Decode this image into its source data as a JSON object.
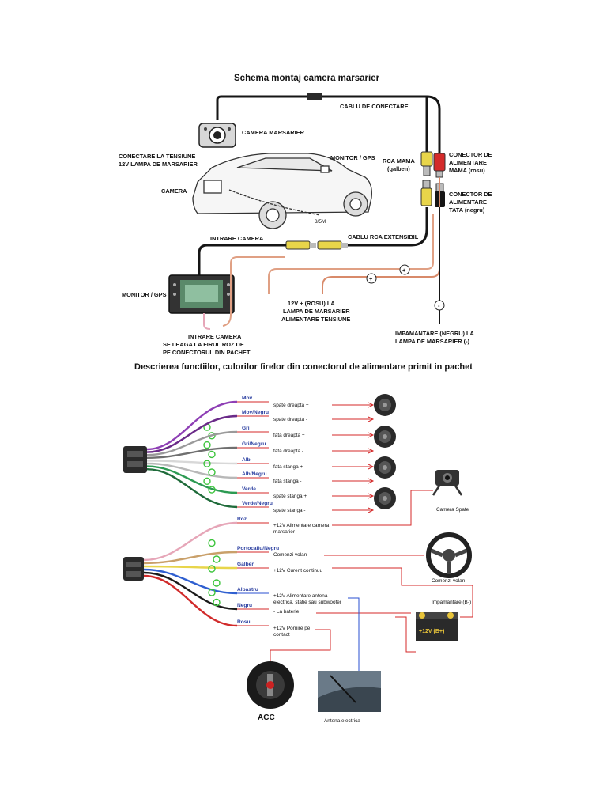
{
  "titles": {
    "top": "Schema montaj camera marsarier",
    "bottom": "Descrierea functiilor, culorilor firelor din conectorul de alimentare primit in pachet"
  },
  "top_diagram": {
    "camera_marsarier": "CAMERA MARSARIER",
    "cablu_conectare": "CABLU DE CONECTARE",
    "conectare_tensiune_1": "CONECTARE LA TENSIUNE",
    "conectare_tensiune_2": "12V LAMPA DE MARSARIER",
    "camera": "CAMERA",
    "monitor_gps_car": "MONITOR / GPS",
    "length": "3/5M",
    "rca_mama_1": "RCA MAMA",
    "rca_mama_2": "(galben)",
    "conector_mama_1": "CONECTOR DE",
    "conector_mama_2": "ALIMENTARE",
    "conector_mama_3": "MAMA (rosu)",
    "conector_tata_1": "CONECTOR DE",
    "conector_tata_2": "ALIMENTARE",
    "conector_tata_3": "TATA (negru)",
    "cablu_rca": "CABLU RCA EXTENSIBIL",
    "intrare_camera": "INTRARE CAMERA",
    "monitor_gps": "MONITOR / GPS",
    "plus1": "+",
    "plus2": "+",
    "minus": "-",
    "rosu_1": "12V + (ROSU) LA",
    "rosu_2": "LAMPA DE MARSARIER",
    "rosu_3": "ALIMENTARE TENSIUNE",
    "intrare_cam_1": "INTRARE CAMERA",
    "intrare_cam_2": "SE LEAGA LA FIRUL ROZ DE",
    "intrare_cam_3": "PE CONECTORUL DIN PACHET",
    "impamantare_1": "IMPAMANTARE (NEGRU) LA",
    "impamantare_2": "LAMPA DE MARSARIER (-)"
  },
  "speaker_wires": [
    {
      "color_name": "Mov",
      "function": "spate dreapta +",
      "hex": "#8e3fb5"
    },
    {
      "color_name": "Mov/Negru",
      "function": "spate dreapta -",
      "hex": "#6a2a88"
    },
    {
      "color_name": "Gri",
      "function": "fata dreapta +",
      "hex": "#9a9a9a"
    },
    {
      "color_name": "Gri/Negru",
      "function": "fata dreapta -",
      "hex": "#6f6f6f"
    },
    {
      "color_name": "Alb",
      "function": "fata stanga +",
      "hex": "#d8d8d8"
    },
    {
      "color_name": "Alb/Negru",
      "function": "fata stanga -",
      "hex": "#b8b8b8"
    },
    {
      "color_name": "Verde",
      "function": "spate stanga +",
      "hex": "#2c9a52"
    },
    {
      "color_name": "Verde/Negru",
      "function": "spate stanga -",
      "hex": "#1f6b3a"
    }
  ],
  "power_wires": [
    {
      "color_name": "Roz",
      "function_1": "+12V Alimentare camera",
      "function_2": "marsarier",
      "hex": "#e6a6b8"
    },
    {
      "color_name": "Portocaliu/Negru",
      "function_1": "Comenzi volan",
      "function_2": "",
      "hex": "#c9a06a"
    },
    {
      "color_name": "Galben",
      "function_1": "+12V Curent continuu",
      "function_2": "",
      "hex": "#e8d54a"
    },
    {
      "color_name": "Albastru",
      "function_1": "+12V Alimentare antena",
      "function_2": "electrica, statie sau subwoofer",
      "hex": "#2f5fd0"
    },
    {
      "color_name": "Negru",
      "function_1": "- La baterie",
      "function_2": "",
      "hex": "#1a1a1a"
    },
    {
      "color_name": "Rosu",
      "function_1": "+12V Pornire pe",
      "function_2": "contact",
      "hex": "#d12b2b"
    }
  ],
  "devices": {
    "camera_spate": "Camera Spate",
    "comenzi_volan": "Comenzi volan",
    "impamantare": "Impamantare (B-)",
    "battery_label": "+12V (B+)",
    "acc": "ACC",
    "antena": "Antena electrica"
  },
  "colors": {
    "wire_red": "#d42a2a",
    "wire_blue": "#2a4fd0",
    "wire_black": "#151515",
    "marker_green": "#3cc43c",
    "label_blue": "#2b3fa0"
  }
}
